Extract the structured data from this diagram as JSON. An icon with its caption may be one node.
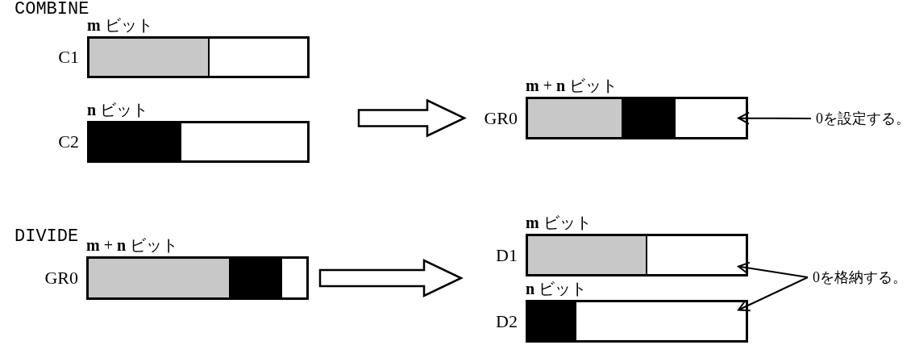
{
  "diagram": {
    "nodes": [
      {
        "text": [
          "**m** ビット",
          "C1"
        ]
      },
      {
        "text": [],
        "shape": "box",
        "in": 0
      },
      {
        "text": [],
        "shape": "box",
        "in": 0
      },
      {
        "text": [
          "**n** ビット",
          "C2"
        ]
      },
      {
        "text": [],
        "shape": "box",
        "in": 3
      },
      {
        "text": [],
        "shape": "box",
        "in": 3
      },
      {
        "text": [
          "**m** + **n** ビット",
          "GR0"
        ]
      },
      {
        "text": [],
        "shape": "box",
        "in": 6
      },
      {
        "text": [],
        "shape": "box",
        "in": 6
      },
      {
        "text": [],
        "shape": "box",
        "in": 6
      },
      {
        "text": [
          "0を設定する。"
        ]
      },
      {
        "text": [
          "**m** + **n** ビット",
          "GR0"
        ]
      },
      {
        "text": [],
        "shape": "box",
        "in": 11
      },
      {
        "text": [],
        "shape": "box",
        "in": 11
      },
      {
        "text": [],
        "shape": "box",
        "in": 11
      },
      {
        "text": [
          "**m** ビット",
          "D1"
        ]
      },
      {
        "text": [],
        "shape": "box",
        "in": 15
      },
      {
        "text": [],
        "shape": "box",
        "in": 15
      },
      {
        "text": [
          "**n** ビット",
          "D2"
        ]
      },
      {
        "text": [],
        "shape": "box",
        "in": 18
      },
      {
        "text": [],
        "shape": "box",
        "in": 18
      },
      {
        "text": [
          "0を格納する。"
        ]
      }
    ],
    "edges": [
      {
        "from": null,
        "to": 6,
        "arrow": "to",
        "style": "thick"
      },
      {
        "from": 11,
        "to": null,
        "arrow": "to",
        "style": "thick"
      },
      {
        "from": 10,
        "to": 9,
        "arrow": "to"
      },
      {
        "from": 21,
        "to": 17,
        "arrow": "to"
      },
      {
        "from": 21,
        "to": 20,
        "arrow": "to"
      }
    ],
    "labels": [
      "COMBINE",
      "DIVIDE"
    ]
  }
}
